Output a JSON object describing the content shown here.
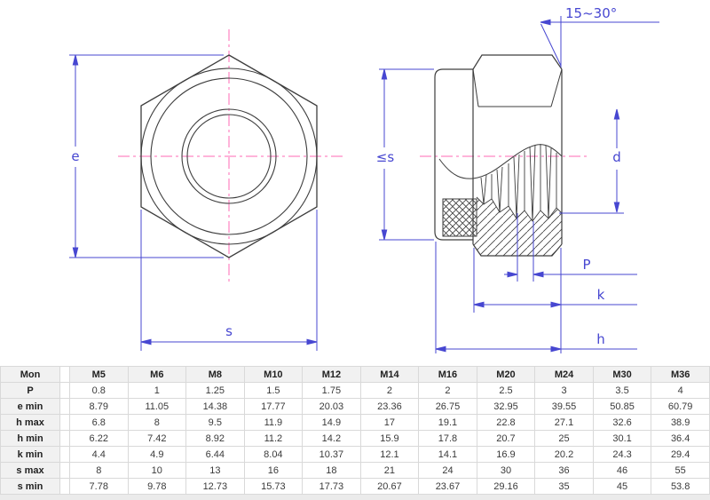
{
  "drawing": {
    "front_view": {
      "e_label": "e",
      "s_label": "s"
    },
    "section_view": {
      "angle_label": "15~30°",
      "s_label": "≤s",
      "d_label": "d",
      "p_label": "P",
      "k_label": "k",
      "h_label": "h"
    },
    "colors": {
      "outline": "#3d3d3d",
      "dimension_blue": "#4747d1",
      "centerline_pink": "#ff69b4"
    }
  },
  "table": {
    "corner": "Mon",
    "col_headers": [
      "M5",
      "M6",
      "M8",
      "M10",
      "M12",
      "M14",
      "M16",
      "M20",
      "M24",
      "M30",
      "M36"
    ],
    "rows": [
      {
        "label": "P",
        "values": [
          "0.8",
          "1",
          "1.25",
          "1.5",
          "1.75",
          "2",
          "2",
          "2.5",
          "3",
          "3.5",
          "4"
        ]
      },
      {
        "label": "e min",
        "values": [
          "8.79",
          "11.05",
          "14.38",
          "17.77",
          "20.03",
          "23.36",
          "26.75",
          "32.95",
          "39.55",
          "50.85",
          "60.79"
        ]
      },
      {
        "label": "h max",
        "values": [
          "6.8",
          "8",
          "9.5",
          "11.9",
          "14.9",
          "17",
          "19.1",
          "22.8",
          "27.1",
          "32.6",
          "38.9"
        ]
      },
      {
        "label": "h min",
        "values": [
          "6.22",
          "7.42",
          "8.92",
          "11.2",
          "14.2",
          "15.9",
          "17.8",
          "20.7",
          "25",
          "30.1",
          "36.4"
        ]
      },
      {
        "label": "k min",
        "values": [
          "4.4",
          "4.9",
          "6.44",
          "8.04",
          "10.37",
          "12.1",
          "14.1",
          "16.9",
          "20.2",
          "24.3",
          "29.4"
        ]
      },
      {
        "label": "s max",
        "values": [
          "8",
          "10",
          "13",
          "16",
          "18",
          "21",
          "24",
          "30",
          "36",
          "46",
          "55"
        ]
      },
      {
        "label": "s min",
        "values": [
          "7.78",
          "9.78",
          "12.73",
          "15.73",
          "17.73",
          "20.67",
          "23.67",
          "29.16",
          "35",
          "45",
          "53.8"
        ]
      }
    ]
  }
}
